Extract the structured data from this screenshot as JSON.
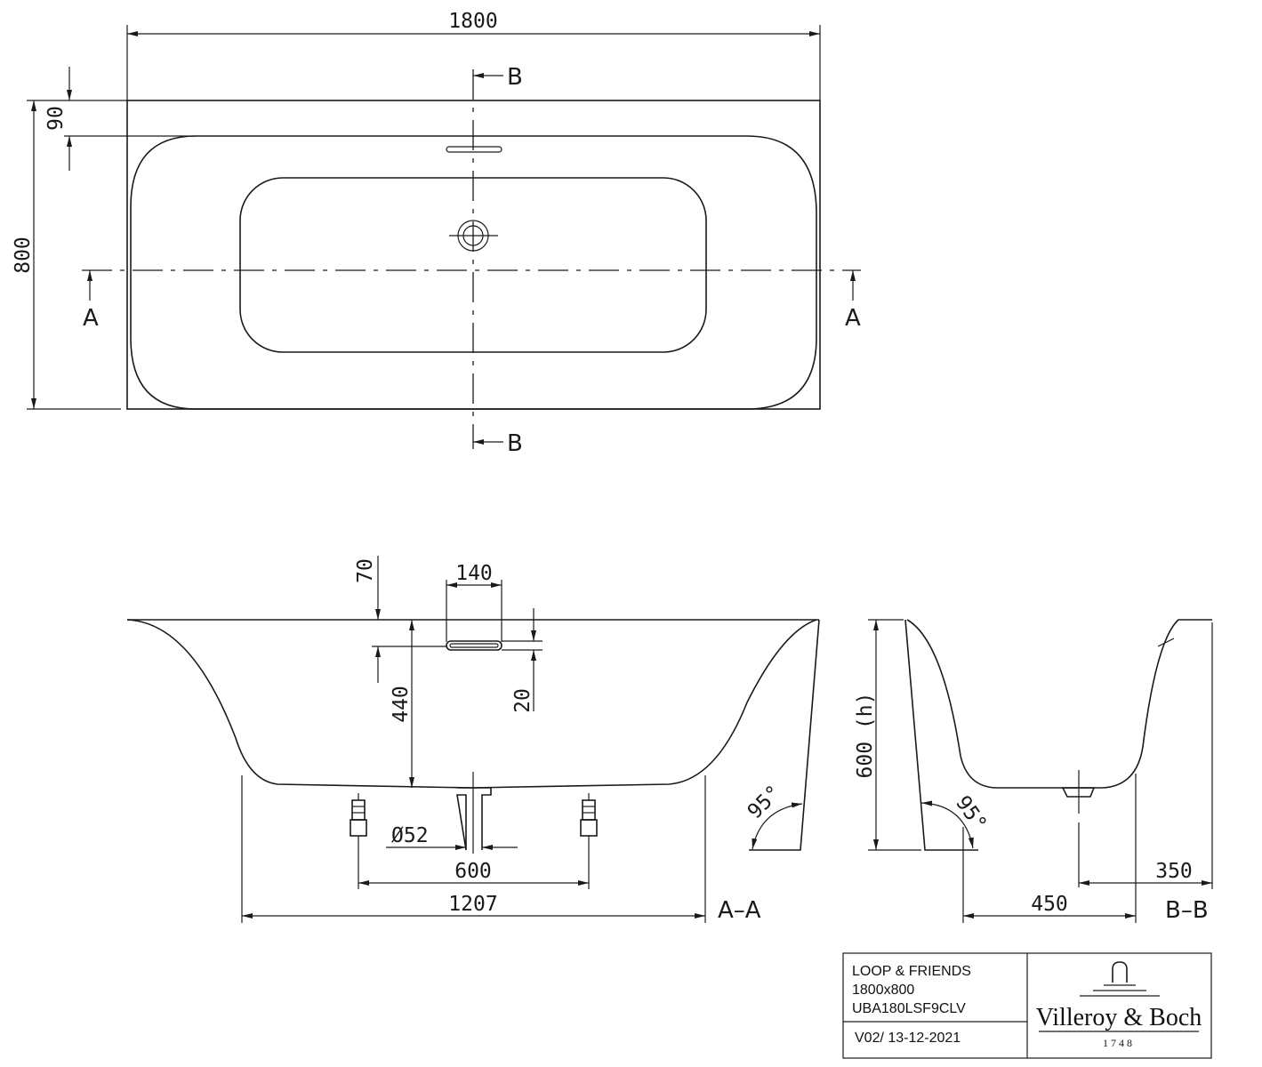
{
  "top_view": {
    "dim_length": "1800",
    "dim_width": "800",
    "dim_rim": "90",
    "section_b": "B",
    "section_a": "A"
  },
  "section_aa": {
    "label": "A–A",
    "dim_70": "70",
    "dim_140": "140",
    "dim_20": "20",
    "dim_440": "440",
    "dim_diameter": "Ø52",
    "dim_600": "600",
    "dim_1207": "1207",
    "angle": "95°"
  },
  "section_bb": {
    "label": "B–B",
    "dim_height": "600 (h)",
    "dim_350": "350",
    "dim_450": "450",
    "angle": "95°"
  },
  "title_block": {
    "line1": "LOOP & FRIENDS",
    "line2": "1800x800",
    "line3": "UBA180LSF9CLV",
    "version": "V02/ 13-12-2021",
    "brand": "Villeroy & Boch",
    "year": "1748"
  }
}
